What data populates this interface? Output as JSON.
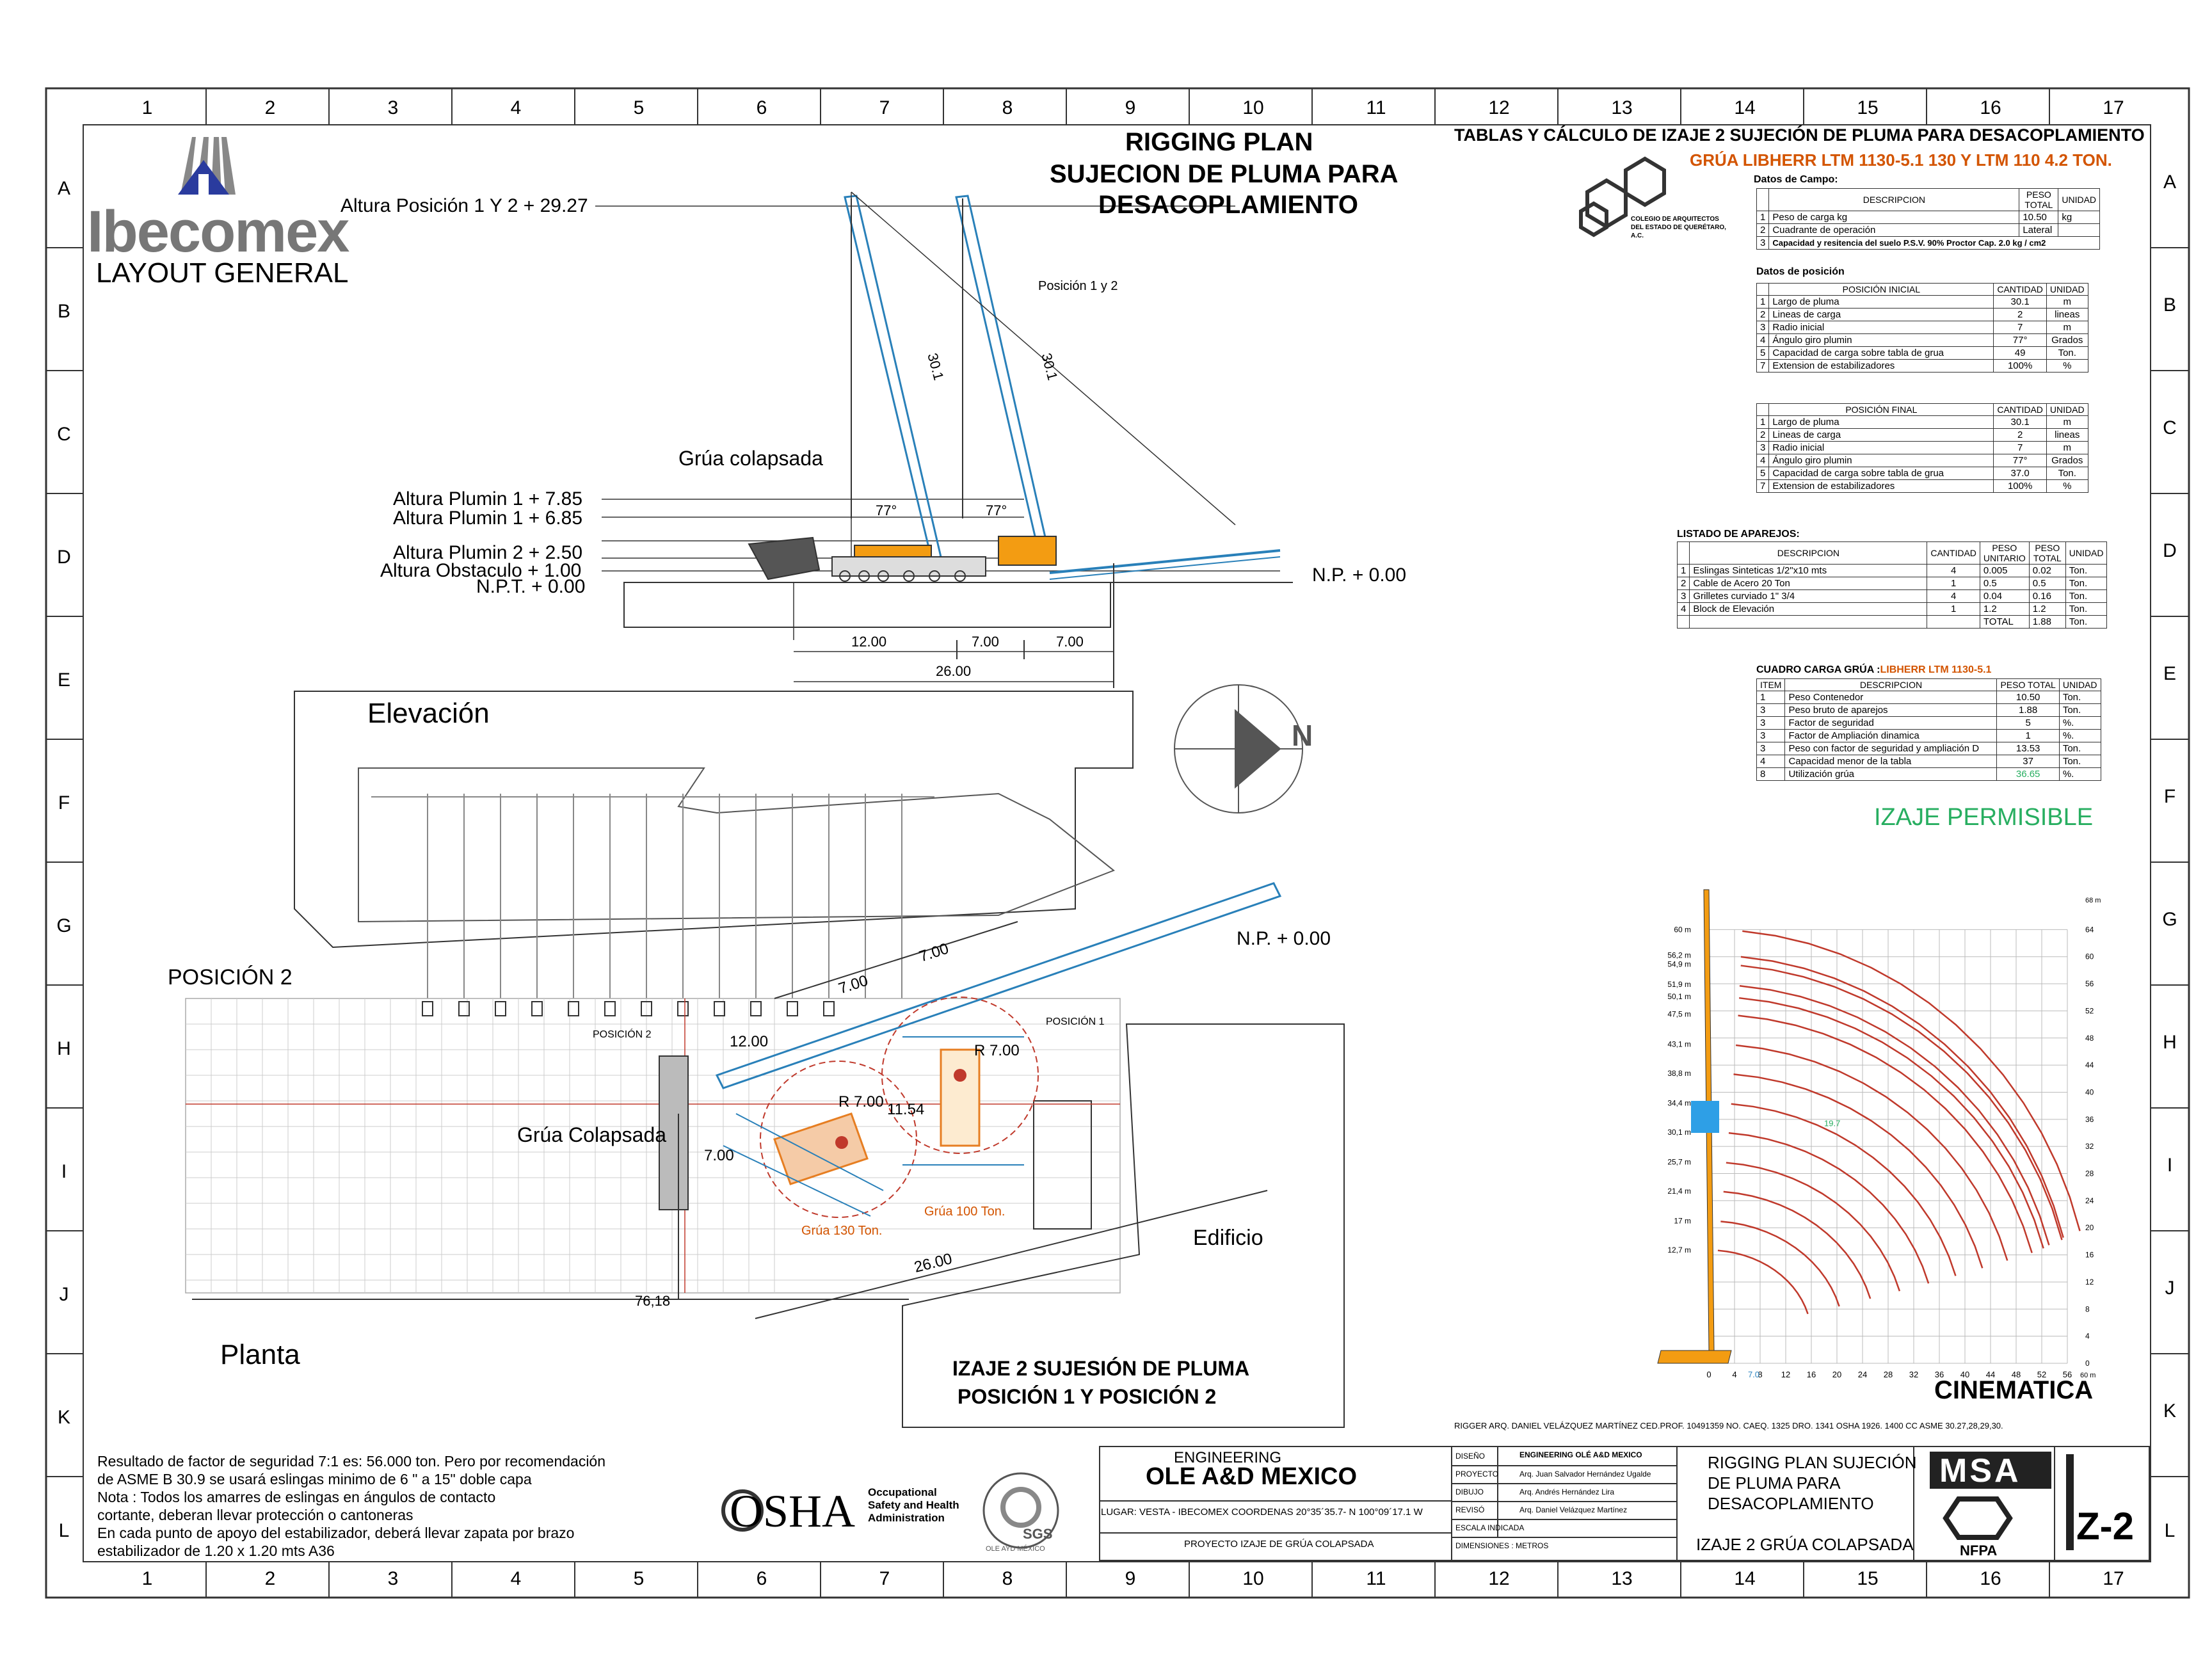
{
  "grid": {
    "columns": [
      "1",
      "2",
      "3",
      "4",
      "5",
      "6",
      "7",
      "8",
      "9",
      "10",
      "11",
      "12",
      "13",
      "14",
      "15",
      "16",
      "17"
    ],
    "rows": [
      "A",
      "B",
      "C",
      "D",
      "E",
      "F",
      "G",
      "H",
      "I",
      "J",
      "K",
      "L"
    ]
  },
  "logo": {
    "name": "Ibecomex",
    "subtitle": "LAYOUT GENERAL"
  },
  "header": {
    "title_line1": "RIGGING PLAN",
    "title_line2": "SUJECION DE PLUMA PARA",
    "title_line3": "DESACOPLAMIENTO",
    "tables_title": "TABLAS Y CÁLCULO DE IZAJE 2 SUJECIÓN DE PLUMA PARA DESACOPLAMIENTO",
    "crane_title": "GRÚA LIBHERR LTM 1130-5.1 130 Y  LTM 110 4.2 TON.",
    "colegio": "COLEGIO DE ARQUITECTOS DEL ESTADO DE QUERÉTARO, A.C."
  },
  "elevation": {
    "altura_pos": "Altura Posición 1 Y 2 + 29.27",
    "plumin1a": "Altura Plumin 1  + 7.85",
    "plumin1b": "Altura Plumin 1  + 6.85",
    "plumin2": "Altura Plumin 2  + 2.50",
    "obstaculo": "Altura Obstaculo  + 1.00",
    "npt": "N.P.T. + 0.00",
    "np": "N.P. + 0.00",
    "colapsada": "Grúa colapsada",
    "posicion": "Posición 1 y 2",
    "boom1": "30.1",
    "boom2": "30.1",
    "ang1": "77°",
    "ang2": "77°",
    "dim1": "12.00",
    "dim2": "7.00",
    "dim3": "7.00",
    "dim_total": "26.00",
    "label": "Elevación"
  },
  "plan": {
    "np": "N.P. + 0.00",
    "pos2": "POSICIÓN 2",
    "pos2_small": "POSICIÓN 2",
    "pos1_small": "POSICIÓN 1",
    "colapsada": "Grúa Colapsada",
    "d12": "12.00",
    "d7a": "7.00",
    "d7b": "7.00",
    "d7c": "7.00",
    "r1": "R 7.00",
    "r2": "R 7.00",
    "d1154": "11.54",
    "d26": "26.00",
    "d7618": "76,18",
    "crane130": "Grúa 130 Ton.",
    "crane100": "Grúa 100 Ton.",
    "edificio": "Edificio",
    "label": "Planta",
    "north": "N"
  },
  "izaje_title": {
    "line1": "IZAJE 2 SUJESIÓN DE PLUMA",
    "line2": "POSICIÓN 1 Y POSICIÓN 2"
  },
  "notes": [
    "Resultado de factor de seguridad 7:1 es: 56.000 ton.  Pero por recomendación",
    "de ASME B 30.9 se usará eslingas minimo de 6 \"  a  15\" doble capa",
    "Nota : Todos los amarres de eslingas en ángulos de contacto",
    "cortante, deberan llevar protección o cantoneras",
    "En cada punto de apoyo del estabilizador, deberá llevar zapata por brazo",
    "estabilizador de 1.20 x 1.20 mts A36"
  ],
  "osha": {
    "mark": "OSHA",
    "l1": "Occupational",
    "l2": "Safety and Health",
    "l3": "Administration",
    "sgs": "SGS",
    "ole": "OLE AYD MÉXICO"
  },
  "datos_campo": {
    "title": "Datos de Campo:",
    "headers": [
      "DESCRIPCION",
      "PESO TOTAL",
      "UNIDAD"
    ],
    "rows": [
      [
        "1",
        "Peso de carga kg",
        "10.50",
        "kg"
      ],
      [
        "2",
        "Cuadrante de operación",
        "Lateral",
        ""
      ],
      [
        "3",
        "Capacidad y resitencia del suelo  P.S.V.  90%  Proctor Cap. 2.0 kg / cm2",
        "",
        ""
      ]
    ]
  },
  "datos_posicion": {
    "title": "Datos de  posición"
  },
  "pos_inicial": {
    "headers": [
      "POSICIÓN INICIAL",
      "CANTIDAD",
      "UNIDAD"
    ],
    "rows": [
      [
        "1",
        "Largo de pluma",
        "30.1",
        "m"
      ],
      [
        "2",
        "Lineas de carga",
        "2",
        "lineas"
      ],
      [
        "3",
        "Radio inicial",
        "7",
        "m"
      ],
      [
        "4",
        "Ángulo giro plumin",
        "77°",
        "Grados"
      ],
      [
        "5",
        "Capacidad de carga sobre tabla de grua",
        "49",
        "Ton."
      ],
      [
        "7",
        "Extension de estabilizadores",
        "100%",
        "%"
      ]
    ]
  },
  "pos_final": {
    "headers": [
      "POSICIÓN FINAL",
      "CANTIDAD",
      "UNIDAD"
    ],
    "rows": [
      [
        "1",
        "Largo de pluma",
        "30.1",
        "m"
      ],
      [
        "2",
        "Lineas de carga",
        "2",
        "lineas"
      ],
      [
        "3",
        "Radio inicial",
        "7",
        "m"
      ],
      [
        "4",
        "Ángulo giro plumin",
        "77°",
        "Grados"
      ],
      [
        "5",
        "Capacidad de carga sobre tabla de grua",
        "37.0",
        "Ton."
      ],
      [
        "7",
        "Extension de estabilizadores",
        "100%",
        "%"
      ]
    ]
  },
  "aparejos": {
    "title": "LISTADO DE APAREJOS:",
    "headers": [
      "DESCRIPCION",
      "CANTIDAD",
      "PESO UNITARIO",
      "PESO TOTAL",
      "UNIDAD"
    ],
    "rows": [
      [
        "1",
        "Eslingas Sinteticas 1/2\"x10 mts",
        "4",
        "0.005",
        "0.02",
        "Ton."
      ],
      [
        "2",
        "Cable de Acero  20 Ton",
        "1",
        "0.5",
        "0.5",
        "Ton."
      ],
      [
        "3",
        "Grilletes curviado  1\" 3/4",
        "4",
        "0.04",
        "0.16",
        "Ton."
      ],
      [
        "4",
        "Block de Elevación",
        "1",
        "1.2",
        "1.2",
        "Ton."
      ]
    ],
    "total_label": "TOTAL",
    "total_value": "1.88",
    "total_unit": "Ton."
  },
  "cuadro": {
    "title_prefix": "CUADRO CARGA GRÚA :",
    "title_crane": "LIBHERR LTM 1130-5.1",
    "headers": [
      "ITEM",
      "DESCRIPCION",
      "PESO TOTAL",
      "UNIDAD"
    ],
    "rows": [
      [
        "1",
        "Peso Contenedor",
        "10.50",
        "Ton."
      ],
      [
        "3",
        "Peso bruto de aparejos",
        "1.88",
        "Ton."
      ],
      [
        "3",
        "Factor de seguridad",
        "5",
        "%."
      ],
      [
        "3",
        "Factor de Ampliación dinamica",
        "1",
        "%."
      ],
      [
        "3",
        "Peso con factor de seguridad y ampliación D",
        "13.53",
        "Ton."
      ],
      [
        "4",
        "Capacidad  menor de la tabla",
        "37",
        "Ton."
      ],
      [
        "8",
        "Utilización grúa",
        "36.65",
        "%."
      ]
    ]
  },
  "permisible": "IZAJE PERMISIBLE",
  "cinematica": {
    "label": "CINEMATICA",
    "x_ticks": [
      "0",
      "4",
      "8",
      "12",
      "16",
      "20",
      "24",
      "28",
      "32",
      "36",
      "40",
      "44",
      "48",
      "52",
      "56"
    ],
    "y_ticks": [
      "0",
      "4",
      "8",
      "12",
      "16",
      "20",
      "24",
      "28",
      "32",
      "36",
      "40",
      "44",
      "48",
      "52",
      "56",
      "60",
      "64"
    ],
    "x_unit": "60 m",
    "y_unit": "68 m",
    "marker": "7.0",
    "highlight": "19.7",
    "boom_lengths": [
      "60 m",
      "56,2 m",
      "54,9 m",
      "51,9 m",
      "50,1 m",
      "47,5 m",
      "43,1 m",
      "38,8 m",
      "34,4 m",
      "30,1 m",
      "25,7 m",
      "21,4 m",
      "17 m",
      "12,7 m"
    ]
  },
  "signatures": {
    "rigger": "RIGGER   ARQ. DANIEL VELÁZQUEZ MARTÍNEZ     CED.PROF. 10491359     NO. CAEQ. 1325     DRO. 1341     OSHA 1926. 1400 CC    ASME 30.27,28,29,30."
  },
  "title_block": {
    "engineering": "ENGINEERING",
    "company": "OLE A&D MEXICO",
    "lugar": "LUGAR: VESTA - IBECOMEX COORDENAS 20°35´35.7- N 100°09´17.1 W",
    "proyecto": "PROYECTO IZAJE DE GRÚA COLAPSADA",
    "diseno_k": "DISEÑO",
    "diseno_v": "ENGINEERING OLÉ A&D MEXICO",
    "proyecto_k": "PROYECTO",
    "proyecto_v": "Arq. Juan Salvador Hernández Ugalde",
    "dibujo_k": "DIBUJO",
    "dibujo_v": "Arq. Andrés Hernández  Lira",
    "reviso_k": "REVISÓ",
    "reviso_v": "Arq. Daniel Velázquez Martínez",
    "escala": "ESCALA   INDICADA",
    "dimensiones": "DIMENSIONES : METROS",
    "drawing_title1": "RIGGING PLAN SUJECIÓN",
    "drawing_title2": "DE PLUMA PARA",
    "drawing_title3": "DESACOPLAMIENTO",
    "drawing_sub": "IZAJE 2 GRÚA COLAPSADA",
    "msa": "MSA",
    "nfpa": "NFPA",
    "sheet": "Z-2"
  }
}
